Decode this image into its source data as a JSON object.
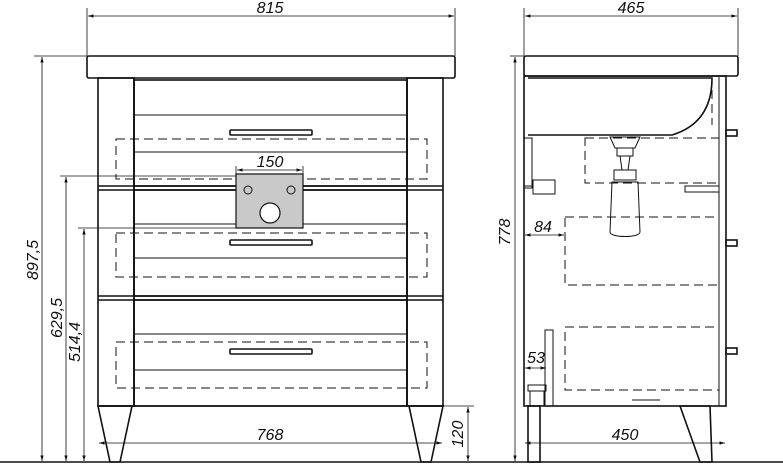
{
  "drawing": {
    "front_view": {
      "overall_width": "815",
      "inner_width": "768",
      "overall_height": "897,5",
      "height_upper": "629,5",
      "height_lower": "514,4",
      "leg_height": "120",
      "plate_width": "150"
    },
    "side_view": {
      "overall_depth": "465",
      "body_depth": "450",
      "body_height": "778",
      "offset_dim": "84",
      "small_dim": "53"
    }
  }
}
